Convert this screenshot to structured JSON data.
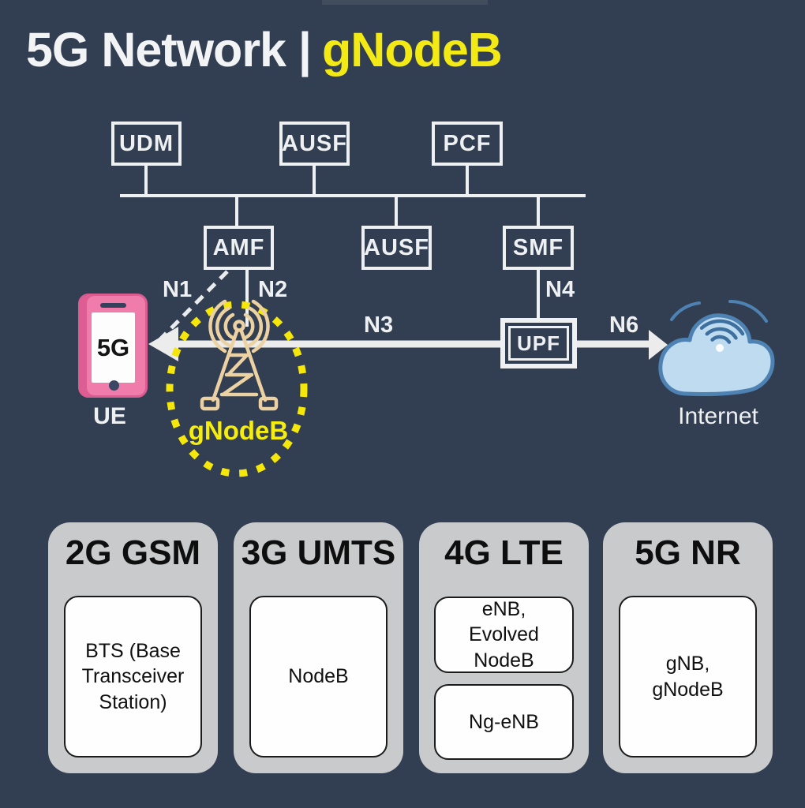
{
  "title": {
    "main": "5G Network |",
    "accent": "gNodeB"
  },
  "nf_boxes": {
    "udm": "UDM",
    "ausf_top": "AUSF",
    "pcf": "PCF",
    "amf": "AMF",
    "ausf_mid": "AUSF",
    "smf": "SMF",
    "upf": "UPF"
  },
  "interfaces": {
    "n1": "N1",
    "n2": "N2",
    "n3": "N3",
    "n4": "N4",
    "n6": "N6"
  },
  "ue": {
    "label": "UE",
    "screen": "5G"
  },
  "gnodeb": {
    "label": "gNodeB"
  },
  "internet": {
    "label": "Internet"
  },
  "cards": [
    {
      "title": "2G GSM",
      "items": [
        "BTS (Base Transceiver Station)"
      ]
    },
    {
      "title": "3G UMTS",
      "items": [
        "NodeB"
      ]
    },
    {
      "title": "4G LTE",
      "items": [
        "eNB, Evolved NodeB",
        "Ng-eNB"
      ]
    },
    {
      "title": "5G NR",
      "items": [
        "gNB, gNodeB"
      ]
    }
  ],
  "colors": {
    "background": "#323e51",
    "accent_yellow": "#f3ea15",
    "dotted_ellipse_yellow": "#f6e70a",
    "tower_tan": "#ecd2a2",
    "phone_pink": "#f07cab",
    "cloud_fill": "#bedbf0",
    "cloud_stroke": "#4e82b2",
    "line_white": "#eef0f2",
    "card_gray": "#c9cacb"
  }
}
